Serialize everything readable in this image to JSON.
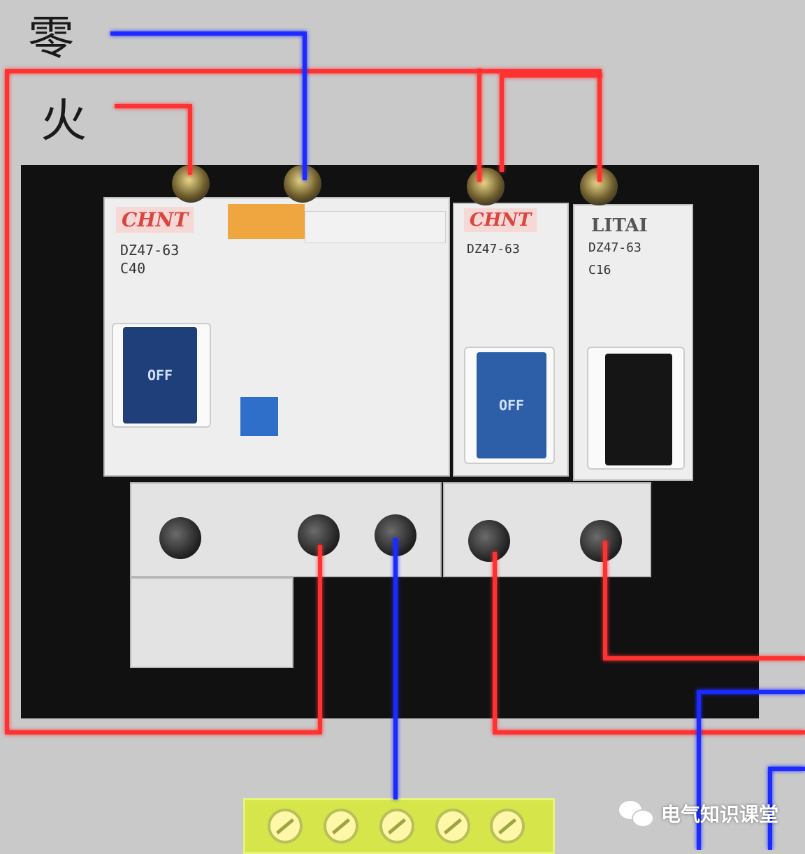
{
  "labels": {
    "neutral": "零",
    "live": "火"
  },
  "breakers": [
    {
      "id": "main-rcd-breaker",
      "brand": "CHNT",
      "model": "DZ47-63",
      "rating": "C40",
      "lever_text": "OFF",
      "lever_color": "#1f3f7a"
    },
    {
      "id": "branch-breaker-1",
      "brand": "CHNT",
      "model": "DZ47-63",
      "rating": "",
      "lever_text": "OFF",
      "lever_color": "#2d5fa8"
    },
    {
      "id": "branch-breaker-2",
      "brand": "LITAI",
      "model": "DZ47-63",
      "rating": "C16",
      "lever_text": "",
      "lever_color": "#151515"
    }
  ],
  "watermark": {
    "text": "电气知识课堂",
    "icon": "wechat-icon"
  },
  "colors": {
    "live_wire": "#ff3030",
    "neutral_wire": "#1a2cff",
    "busbar": "#d6e64a",
    "panel": "#111111"
  }
}
